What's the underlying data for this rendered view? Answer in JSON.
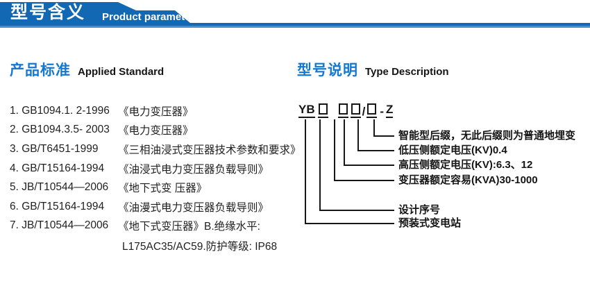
{
  "banner": {
    "title_zh": "型号含义",
    "title_en": "Product parameters"
  },
  "left_section": {
    "heading_zh": "产品标准",
    "heading_en": "Applied Standard",
    "standards": [
      {
        "code": "1. GB1094.1. 2-1996",
        "title": "《电力变压器》"
      },
      {
        "code": "2. GB1094.3.5- 2003",
        "title": "《电力变压器》"
      },
      {
        "code": "3. GB/T6451-1999",
        "title": "《三相油浸式变压器技术参数和要求》"
      },
      {
        "code": "4. GB/T15164-1994",
        "title": "《油浸式电力变压器负载导则》"
      },
      {
        "code": "5. JB/T10544—2006",
        "title": "《地下式变 压器》"
      },
      {
        "code": "6. GB/T15164-1994",
        "title": "《油漫式电力变压器负载导则》"
      },
      {
        "code": "7. JB/T10544—2006",
        "title": "《地下式变压器》B.绝缘水平:"
      }
    ],
    "continuation": "L175AC35/AC59.防护等级: IP68"
  },
  "right_section": {
    "heading_zh": "型号说明",
    "heading_en": "Type Description",
    "model_code": {
      "display": "YB□ □□/□-Z",
      "prefix": "YB",
      "box_symbol": "□",
      "separator": "/",
      "dash": "-",
      "suffix": "Z"
    },
    "labels": [
      "智能型后缀，无此后缀则为普通地埋变",
      "低压侧额定电压(KV)0.4",
      "高压侧额定电压(KV):6.3、12",
      "变压器额定容易(KVA)30-1000",
      "设计序号",
      "预装式变电站"
    ]
  },
  "colors": {
    "banner_blue": "#1268b2",
    "banner_light_line": "#4f8cc3",
    "heading_blue": "#1478d2",
    "text_black": "#1a1a1a"
  }
}
